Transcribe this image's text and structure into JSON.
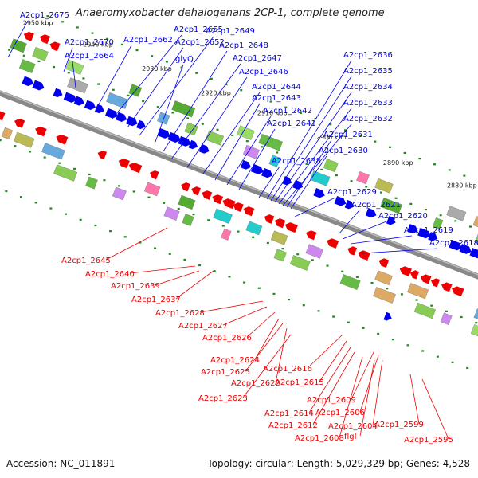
{
  "title": "Anaeromyxobacter dehalogenans 2CP-1, complete genome",
  "footer": {
    "accession": "Accession: NC_011891",
    "summary": "Topology: circular; Length: 5,029,329 bp; Genes: 4,528"
  },
  "colors": {
    "forward": "#0000ee",
    "reverse": "#ee0000",
    "backbone": "#888888",
    "tick": "#228822"
  },
  "scale": {
    "unit": "kbp",
    "ticks": [
      "2950 kbp",
      "2940 kbp",
      "2930 kbp",
      "2920 kbp",
      "2910 kbp",
      "2900 kbp",
      "2890 kbp",
      "2880 kbp"
    ]
  },
  "forward_genes": [
    "A2cp1_2675",
    "A2cp1_2670",
    "A2cp1_2664",
    "A2cp1_2662",
    "A2cp1_2655",
    "A2cp1_2652",
    "A2cp1_2649",
    "glyQ",
    "A2cp1_2648",
    "A2cp1_2647",
    "A2cp1_2646",
    "A2cp1_2644",
    "A2cp1_2643",
    "A2cp1_2642",
    "A2cp1_2641",
    "A2cp1_2636",
    "A2cp1_2635",
    "A2cp1_2634",
    "A2cp1_2633",
    "A2cp1_2632",
    "A2cp1_2631",
    "A2cp1_2630",
    "A2cp1_2638",
    "A2cp1_2629",
    "A2cp1_2621",
    "A2cp1_2620",
    "A2cp1_2619",
    "A2cp1_2618"
  ],
  "reverse_genes": [
    "A2cp1_2645",
    "A2cp1_2640",
    "A2cp1_2639",
    "A2cp1_2637",
    "A2cp1_2628",
    "A2cp1_2627",
    "A2cp1_2626",
    "A2cp1_2624",
    "A2cp1_2625",
    "A2cp1_2616",
    "A2cp1_2622",
    "A2cp1_2615",
    "A2cp1_2623",
    "A2cp1_2609",
    "A2cp1_2614",
    "A2cp1_2606",
    "A2cp1_2612",
    "A2cp1_2604",
    "A2cp1_2599",
    "A2cp1_2608",
    "flgI",
    "A2cp1_2595"
  ]
}
